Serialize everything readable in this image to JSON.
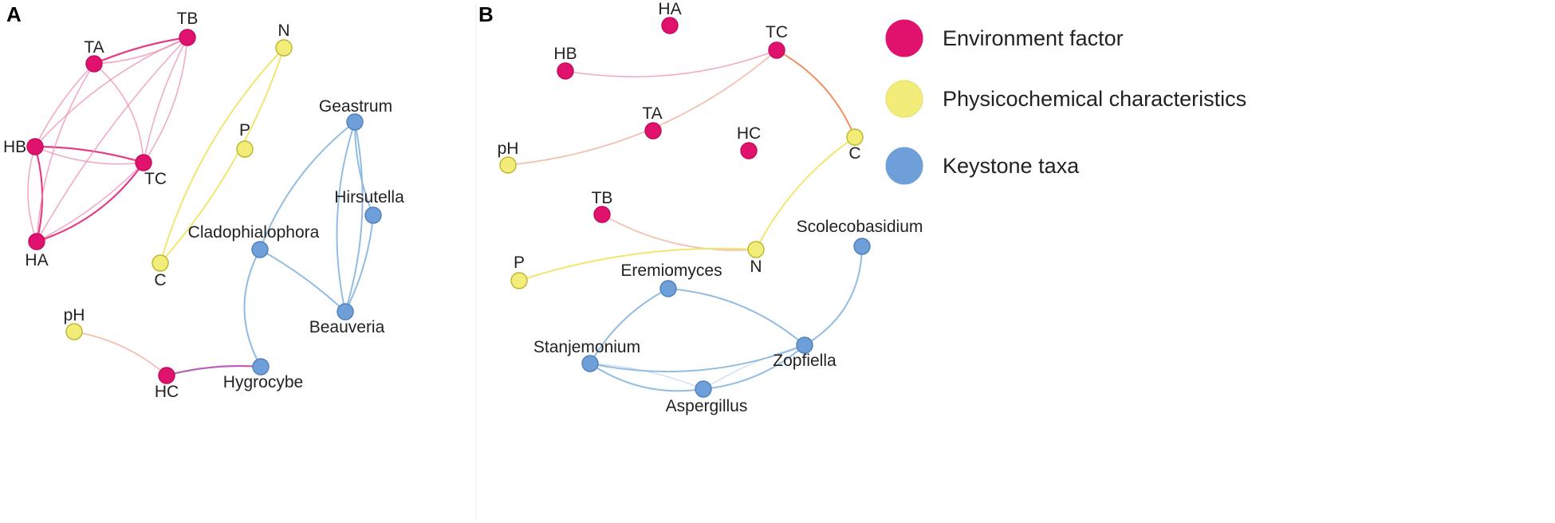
{
  "colors": {
    "environment": "#e0126d",
    "physicochemical": "#f2ec79",
    "keystone": "#6f9fd8",
    "env_edge": "#ee8fb0",
    "env_edge_strong": "#e0287a",
    "phys_edge": "#f1e56a",
    "key_edge": "#8db8e0",
    "mixed_edge": "#f4b8a6",
    "orange_edge": "#f08a5a",
    "purple_edge": "#b45ab4"
  },
  "legend": [
    {
      "label": "Environment factor",
      "group": "environment"
    },
    {
      "label": "Physicochemical characteristics",
      "group": "physicochemical"
    },
    {
      "label": "Keystone taxa",
      "group": "keystone"
    }
  ],
  "panels": [
    {
      "label": "A",
      "nodes": [
        {
          "id": "TB",
          "label": "TB",
          "group": "environment"
        },
        {
          "id": "TA",
          "label": "TA",
          "group": "environment"
        },
        {
          "id": "HB",
          "label": "HB",
          "group": "environment"
        },
        {
          "id": "TC",
          "label": "TC",
          "group": "environment"
        },
        {
          "id": "HA",
          "label": "HA",
          "group": "environment"
        },
        {
          "id": "N",
          "label": "N",
          "group": "physicochemical"
        },
        {
          "id": "P",
          "label": "P",
          "group": "physicochemical"
        },
        {
          "id": "C",
          "label": "C",
          "group": "physicochemical"
        },
        {
          "id": "pH",
          "label": "pH",
          "group": "physicochemical"
        },
        {
          "id": "HC",
          "label": "HC",
          "group": "environment"
        },
        {
          "id": "Geastrum",
          "label": "Geastrum",
          "group": "keystone"
        },
        {
          "id": "Hirsutella",
          "label": "Hirsutella",
          "group": "keystone"
        },
        {
          "id": "Cladophialophora",
          "label": "Cladophialophora",
          "group": "keystone"
        },
        {
          "id": "Beauveria",
          "label": "Beauveria",
          "group": "keystone"
        },
        {
          "id": "Hygrocybe",
          "label": "Hygrocybe",
          "group": "keystone"
        }
      ],
      "edges": [
        {
          "source": "TA",
          "target": "TB",
          "kind": "env_strong"
        },
        {
          "source": "TA",
          "target": "TB",
          "kind": "env"
        },
        {
          "source": "HB",
          "target": "TC",
          "kind": "env_strong"
        },
        {
          "source": "HB",
          "target": "TC",
          "kind": "env"
        },
        {
          "source": "HB",
          "target": "HA",
          "kind": "env_strong"
        },
        {
          "source": "HB",
          "target": "HA",
          "kind": "env"
        },
        {
          "source": "TA",
          "target": "HB",
          "kind": "env"
        },
        {
          "source": "TB",
          "target": "TC",
          "kind": "env"
        },
        {
          "source": "TB",
          "target": "TC",
          "kind": "env"
        },
        {
          "source": "TB",
          "target": "HB",
          "kind": "env"
        },
        {
          "source": "TA",
          "target": "TC",
          "kind": "env"
        },
        {
          "source": "HA",
          "target": "TC",
          "kind": "env_strong"
        },
        {
          "source": "HA",
          "target": "TC",
          "kind": "env"
        },
        {
          "source": "HA",
          "target": "TA",
          "kind": "env"
        },
        {
          "source": "HA",
          "target": "TB",
          "kind": "env"
        },
        {
          "source": "N",
          "target": "C",
          "kind": "phys"
        },
        {
          "source": "N",
          "target": "C",
          "kind": "phys"
        },
        {
          "source": "Geastrum",
          "target": "Hirsutella",
          "kind": "key"
        },
        {
          "source": "Geastrum",
          "target": "Beauveria",
          "kind": "key"
        },
        {
          "source": "Geastrum",
          "target": "Beauveria",
          "kind": "key"
        },
        {
          "source": "Geastrum",
          "target": "Cladophialophora",
          "kind": "key"
        },
        {
          "source": "Hirsutella",
          "target": "Beauveria",
          "kind": "key"
        },
        {
          "source": "Cladophialophora",
          "target": "Beauveria",
          "kind": "key"
        },
        {
          "source": "Cladophialophora",
          "target": "Hygrocybe",
          "kind": "key"
        },
        {
          "source": "pH",
          "target": "HC",
          "kind": "mixed"
        },
        {
          "source": "HC",
          "target": "Hygrocybe",
          "kind": "purple"
        }
      ]
    },
    {
      "label": "B",
      "nodes": [
        {
          "id": "HA",
          "label": "HA",
          "group": "environment"
        },
        {
          "id": "TC",
          "label": "TC",
          "group": "environment"
        },
        {
          "id": "HB",
          "label": "HB",
          "group": "environment"
        },
        {
          "id": "TA",
          "label": "TA",
          "group": "environment"
        },
        {
          "id": "HC",
          "label": "HC",
          "group": "environment"
        },
        {
          "id": "pH",
          "label": "pH",
          "group": "physicochemical"
        },
        {
          "id": "C",
          "label": "C",
          "group": "physicochemical"
        },
        {
          "id": "TB",
          "label": "TB",
          "group": "environment"
        },
        {
          "id": "N",
          "label": "N",
          "group": "physicochemical"
        },
        {
          "id": "P",
          "label": "P",
          "group": "physicochemical"
        },
        {
          "id": "Scolecobasidium",
          "label": "Scolecobasidium",
          "group": "keystone"
        },
        {
          "id": "Eremiomyces",
          "label": "Eremiomyces",
          "group": "keystone"
        },
        {
          "id": "Stanjemonium",
          "label": "Stanjemonium",
          "group": "keystone"
        },
        {
          "id": "Zopfiella",
          "label": "Zopfiella",
          "group": "keystone"
        },
        {
          "id": "Aspergillus",
          "label": "Aspergillus",
          "group": "keystone"
        }
      ],
      "edges": [
        {
          "source": "HB",
          "target": "TC",
          "kind": "env"
        },
        {
          "source": "TC",
          "target": "pH",
          "kind": "mixed"
        },
        {
          "source": "TC",
          "target": "C",
          "kind": "orange"
        },
        {
          "source": "C",
          "target": "N",
          "kind": "phys"
        },
        {
          "source": "TB",
          "target": "N",
          "kind": "mixed"
        },
        {
          "source": "P",
          "target": "N",
          "kind": "phys"
        },
        {
          "source": "Scolecobasidium",
          "target": "Zopfiella",
          "kind": "key"
        },
        {
          "source": "Eremiomyces",
          "target": "Zopfiella",
          "kind": "key"
        },
        {
          "source": "Eremiomyces",
          "target": "Stanjemonium",
          "kind": "key"
        },
        {
          "source": "Stanjemonium",
          "target": "Aspergillus",
          "kind": "key"
        },
        {
          "source": "Stanjemonium",
          "target": "Aspergillus",
          "kind": "key_light"
        },
        {
          "source": "Stanjemonium",
          "target": "Zopfiella",
          "kind": "key"
        },
        {
          "source": "Aspergillus",
          "target": "Zopfiella",
          "kind": "key"
        },
        {
          "source": "Aspergillus",
          "target": "Zopfiella",
          "kind": "key_light"
        }
      ]
    }
  ]
}
